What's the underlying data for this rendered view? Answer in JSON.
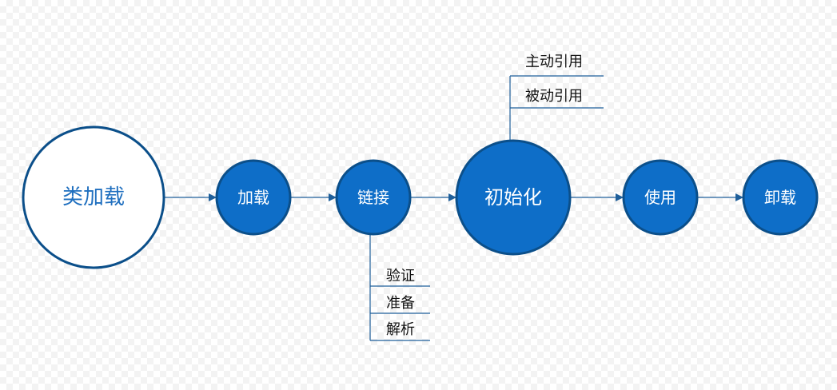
{
  "colors": {
    "accent": "#0e6ec8",
    "stroke": "#0b4f8a",
    "line": "#1f5f9a",
    "outline_fill": "#ffffff",
    "outline_text": "#1f6fbf",
    "node_text": "#ffffff"
  },
  "nodes": {
    "class_loading": {
      "label": "类加载"
    },
    "loading": {
      "label": "加载"
    },
    "linking": {
      "label": "链接"
    },
    "initialization": {
      "label": "初始化"
    },
    "using": {
      "label": "使用"
    },
    "unloading": {
      "label": "卸载"
    }
  },
  "linking_steps": [
    {
      "label": "验证"
    },
    {
      "label": "准备"
    },
    {
      "label": "解析"
    }
  ],
  "initialization_refs": [
    {
      "label": "主动引用"
    },
    {
      "label": "被动引用"
    }
  ]
}
